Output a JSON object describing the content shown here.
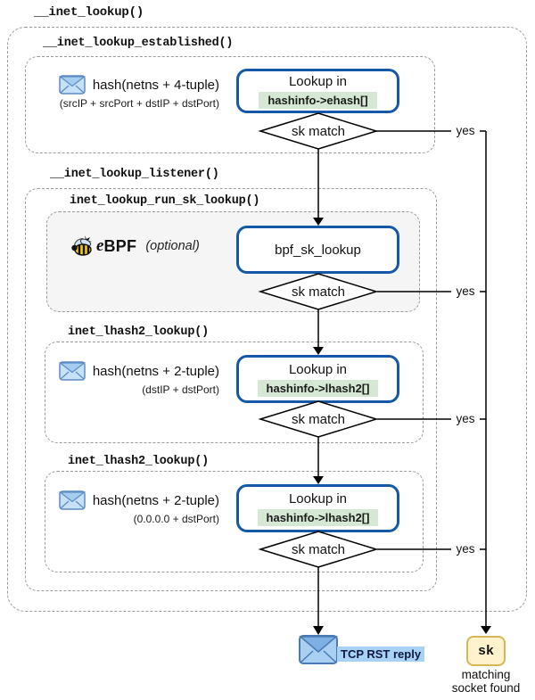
{
  "diagram": {
    "title": "__inet_lookup()",
    "established": {
      "title": "__inet_lookup_established()",
      "hash_label": "hash(netns + 4-tuple)",
      "hash_detail": "(srcIP + srcPort + dstIP + dstPort)",
      "lookup_prefix": "Lookup in",
      "lookup_target": "hashinfo->ehash[]",
      "decision": "sk match",
      "yes": "yes"
    },
    "listener": {
      "title": "__inet_lookup_listener()",
      "bpf": {
        "title": "inet_lookup_run_sk_lookup()",
        "logo_e": "e",
        "logo_bpf": "BPF",
        "note": "(optional)",
        "box_label": "bpf_sk_lookup",
        "decision": "sk match",
        "yes": "yes"
      },
      "lhash2_a": {
        "title": "inet_lhash2_lookup()",
        "hash_label": "hash(netns + 2-tuple)",
        "hash_detail": "(dstIP + dstPort)",
        "lookup_prefix": "Lookup in",
        "lookup_target": "hashinfo->lhash2[]",
        "decision": "sk match",
        "yes": "yes"
      },
      "lhash2_b": {
        "title": "inet_lhash2_lookup()",
        "hash_label": "hash(netns + 2-tuple)",
        "hash_detail": "(0.0.0.0 + dstPort)",
        "lookup_prefix": "Lookup in",
        "lookup_target": "hashinfo->lhash2[]",
        "decision": "sk match",
        "yes": "yes"
      }
    },
    "outcomes": {
      "rst_label": "TCP RST reply",
      "sk_label": "sk",
      "sk_caption_1": "matching",
      "sk_caption_2": "socket found"
    },
    "colors": {
      "accent_blue": "#1458a7",
      "target_highlight": "#d5e8d4",
      "bpf_area_fill": "#f5f5f5",
      "sk_fill": "#fff2cc",
      "sk_border": "#d6b656",
      "rst_highlight": "#a8d2f5",
      "envelope_fill": "#a8d1f0",
      "envelope_border": "#4a7ebb",
      "dashed_border": "#999999"
    }
  }
}
